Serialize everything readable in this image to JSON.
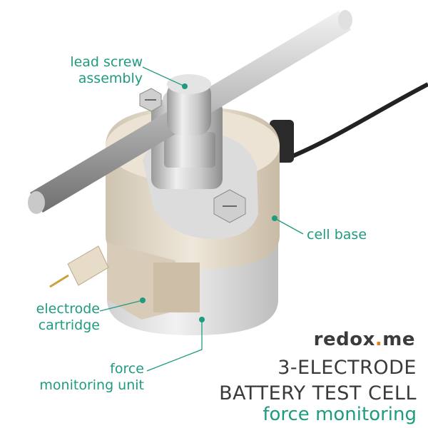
{
  "labels": {
    "lead_screw": "lead screw assembly",
    "cell_base": "cell base",
    "electrode_cartridge": "electrode cartridge",
    "force_monitoring_unit": "force monitoring unit"
  },
  "brand": {
    "name_prefix": "redox",
    "dot": ".",
    "name_suffix": "me"
  },
  "title": {
    "line1": "3-ELECTRODE",
    "line2": "BATTERY TEST CELL",
    "subtitle": "force monitoring"
  },
  "colors": {
    "accent": "#1f9b80",
    "brand_dot": "#e57b1e",
    "text_dark": "#3a3a3a"
  }
}
